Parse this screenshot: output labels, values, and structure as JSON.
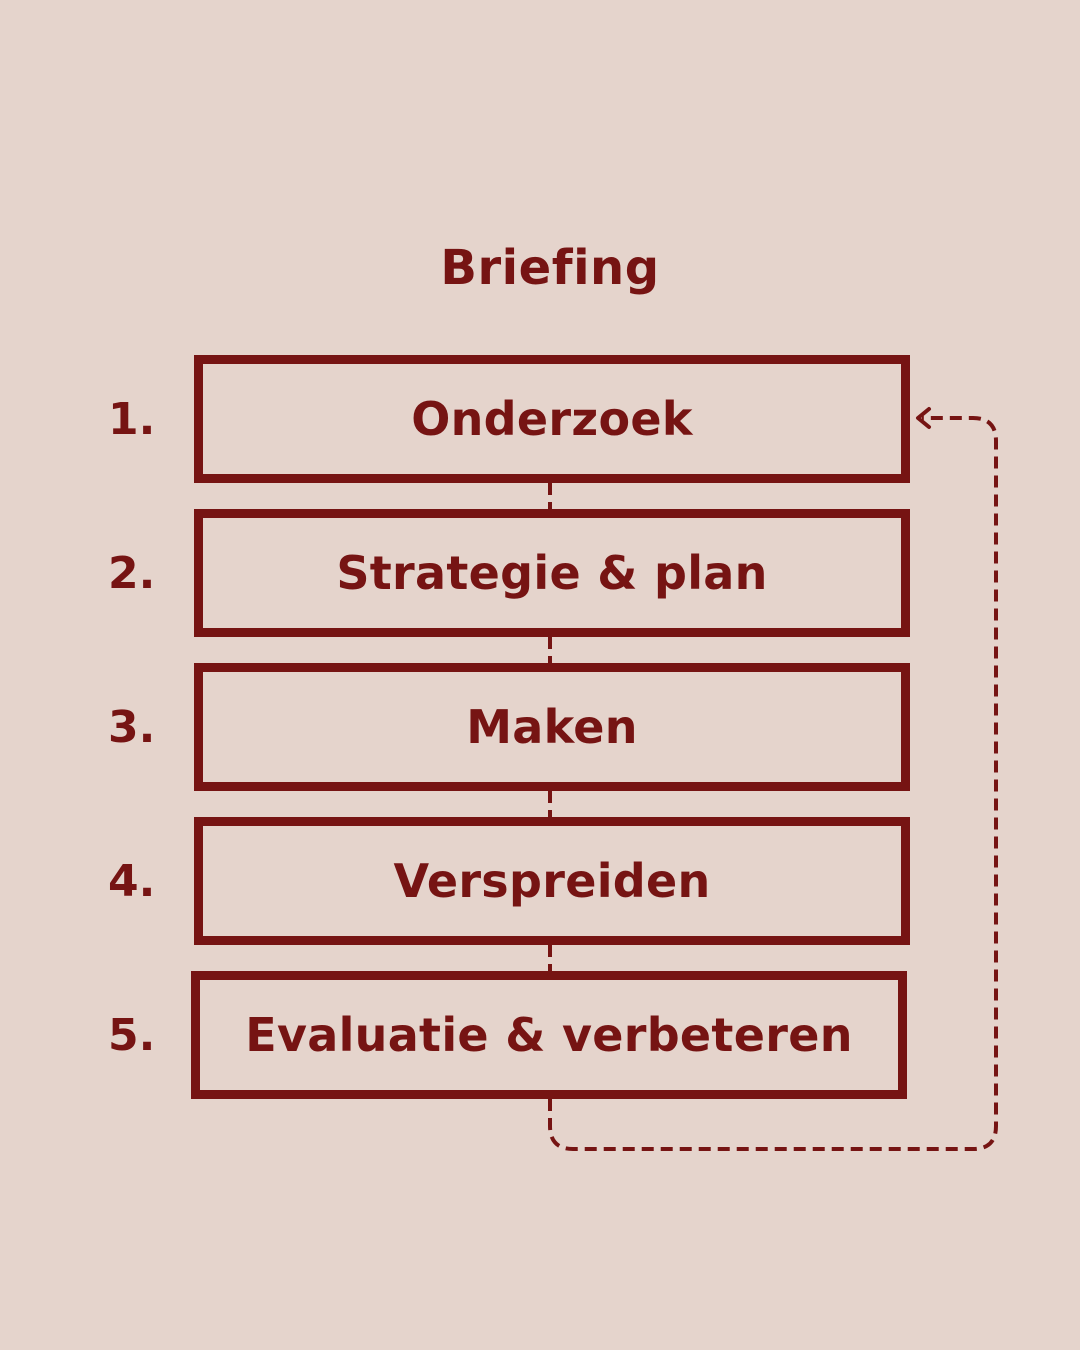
{
  "title": "Briefing",
  "steps": [
    {
      "number": "1.",
      "label": "Onderzoek"
    },
    {
      "number": "2.",
      "label": "Strategie & plan"
    },
    {
      "number": "3.",
      "label": "Maken"
    },
    {
      "number": "4.",
      "label": "Verspreiden"
    },
    {
      "number": "5.",
      "label": "Evaluatie & verbeteren"
    }
  ],
  "colors": {
    "background": "#e5d4cc",
    "accent": "#761413"
  },
  "feedback_loop": {
    "from": "5.",
    "to": "1.",
    "style": "dashed-arrow"
  }
}
